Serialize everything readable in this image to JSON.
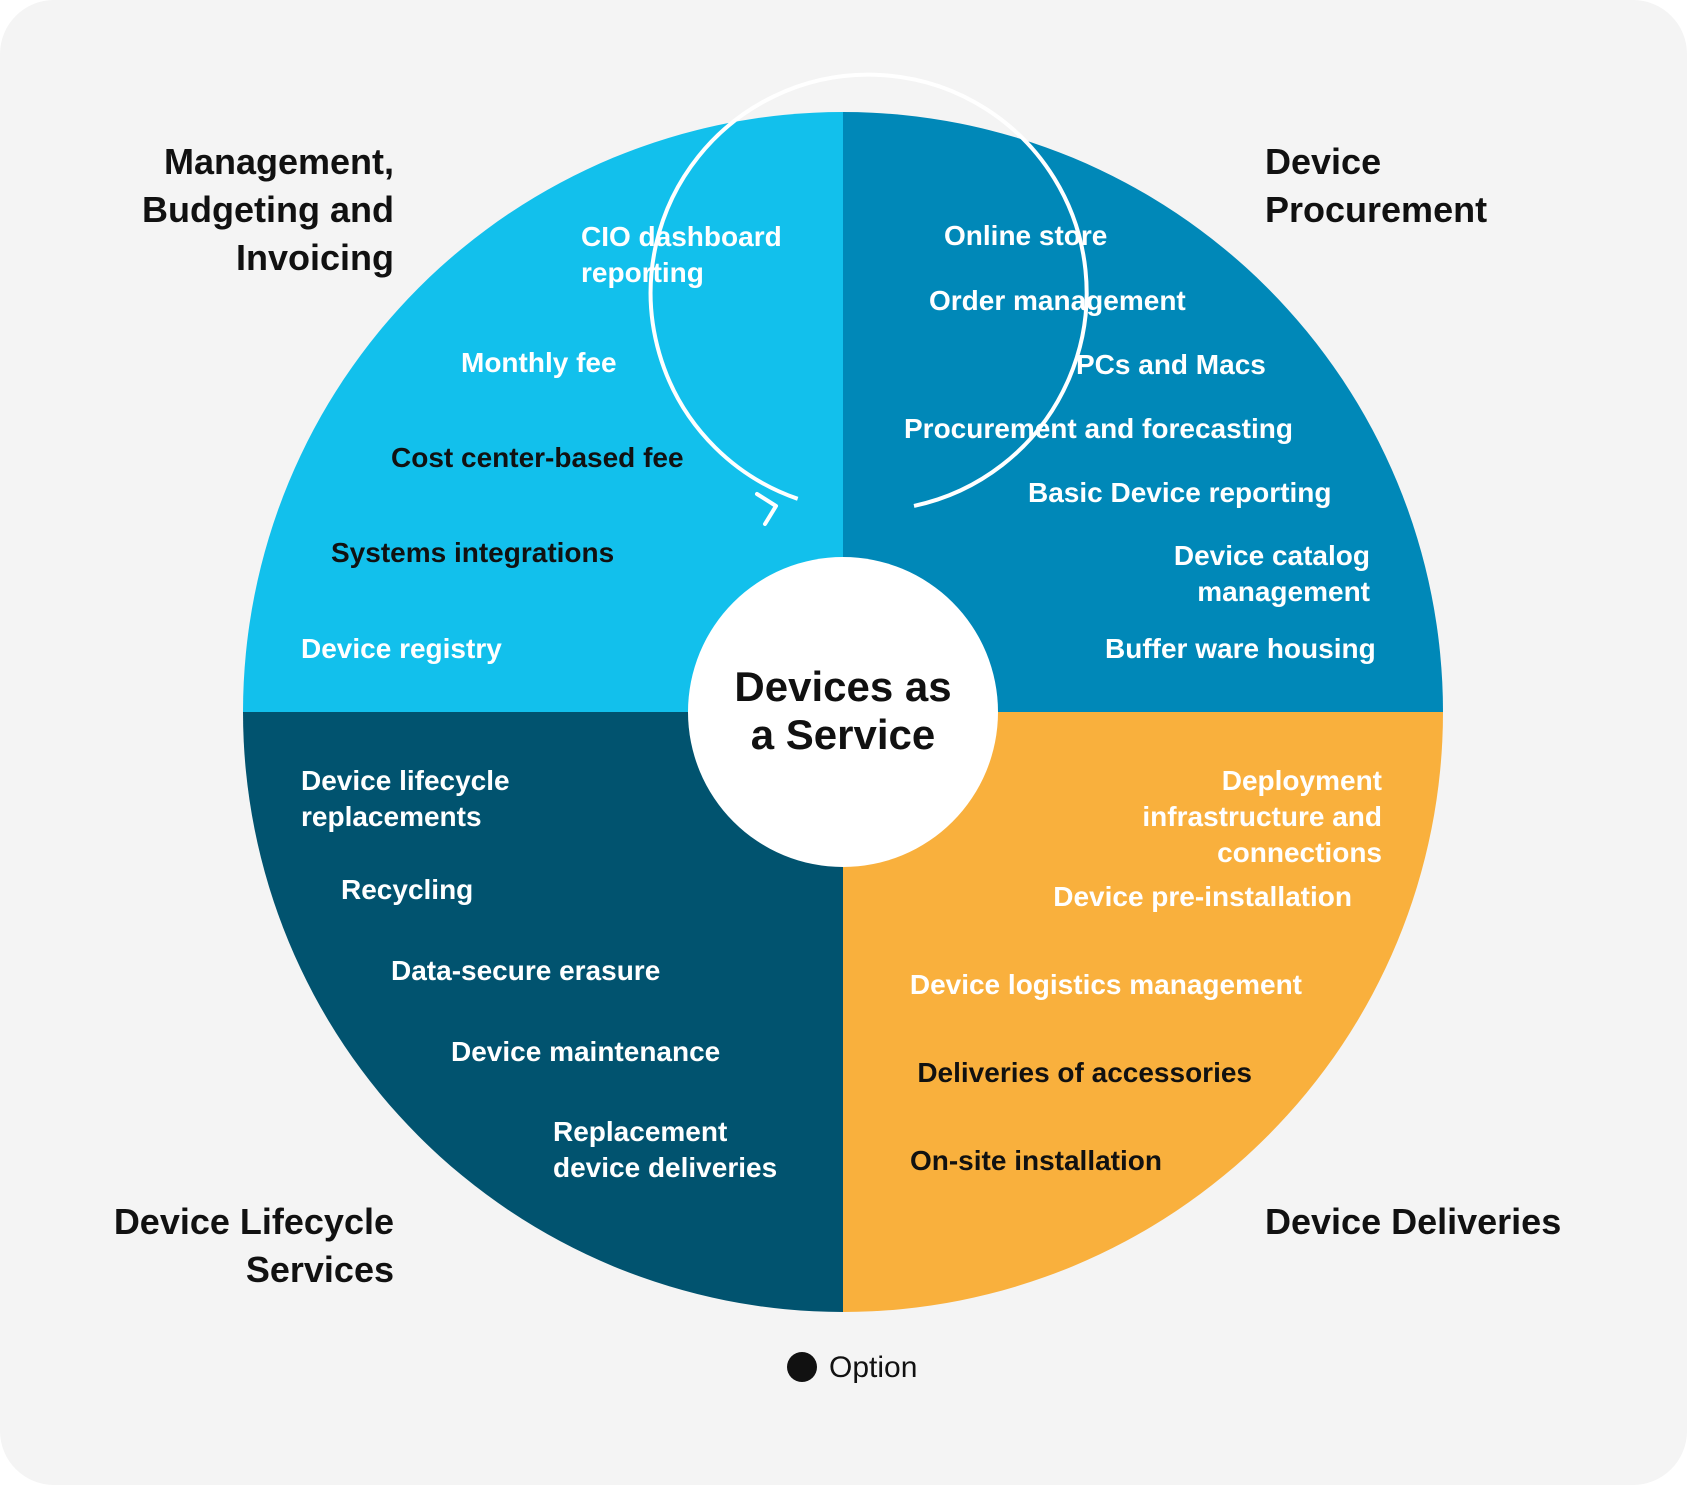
{
  "center_label": [
    "Devices as",
    "a Service"
  ],
  "colors": {
    "background": "#f4f4f4",
    "management": "#12c0ec",
    "procurement": "#0088b8",
    "lifecycle": "#01536f",
    "deliveries": "#f9b03d",
    "white_text": "#ffffff",
    "dark_text": "#111111"
  },
  "legend": {
    "marker": "black-dot",
    "label": "Option"
  },
  "quadrants": [
    {
      "id": "management",
      "title": [
        "Management,",
        "Budgeting and",
        "Invoicing"
      ],
      "items": [
        {
          "lines": [
            "CIO dashboard",
            "reporting"
          ],
          "option": false
        },
        {
          "lines": [
            "Monthly fee"
          ],
          "option": false
        },
        {
          "lines": [
            "Cost center-based fee"
          ],
          "option": true
        },
        {
          "lines": [
            "Systems integrations"
          ],
          "option": true
        },
        {
          "lines": [
            "Device registry"
          ],
          "option": false
        }
      ]
    },
    {
      "id": "procurement",
      "title": [
        "Device",
        "Procurement"
      ],
      "items": [
        {
          "lines": [
            "Online store"
          ],
          "option": false
        },
        {
          "lines": [
            "Order management"
          ],
          "option": false
        },
        {
          "lines": [
            "PCs and Macs"
          ],
          "option": false
        },
        {
          "lines": [
            "Procurement and forecasting"
          ],
          "option": false
        },
        {
          "lines": [
            "Basic Device reporting"
          ],
          "option": false
        },
        {
          "lines": [
            "Device catalog",
            "management"
          ],
          "option": false
        },
        {
          "lines": [
            "Buffer ware housing"
          ],
          "option": false
        }
      ]
    },
    {
      "id": "lifecycle",
      "title": [
        "Device Lifecycle",
        "Services"
      ],
      "items": [
        {
          "lines": [
            "Device lifecycle",
            "replacements"
          ],
          "option": false
        },
        {
          "lines": [
            "Recycling"
          ],
          "option": false
        },
        {
          "lines": [
            "Data-secure erasure"
          ],
          "option": false
        },
        {
          "lines": [
            "Device maintenance"
          ],
          "option": false
        },
        {
          "lines": [
            "Replacement",
            "device deliveries"
          ],
          "option": false
        }
      ]
    },
    {
      "id": "deliveries",
      "title": [
        "Device Deliveries"
      ],
      "items": [
        {
          "lines": [
            "Deployment",
            "infrastructure and",
            "connections"
          ],
          "option": false
        },
        {
          "lines": [
            "Device pre-installation"
          ],
          "option": false
        },
        {
          "lines": [
            "Device logistics management"
          ],
          "option": false
        },
        {
          "lines": [
            "Deliveries of accessories"
          ],
          "option": true
        },
        {
          "lines": [
            "On-site installation"
          ],
          "option": true
        }
      ]
    }
  ]
}
